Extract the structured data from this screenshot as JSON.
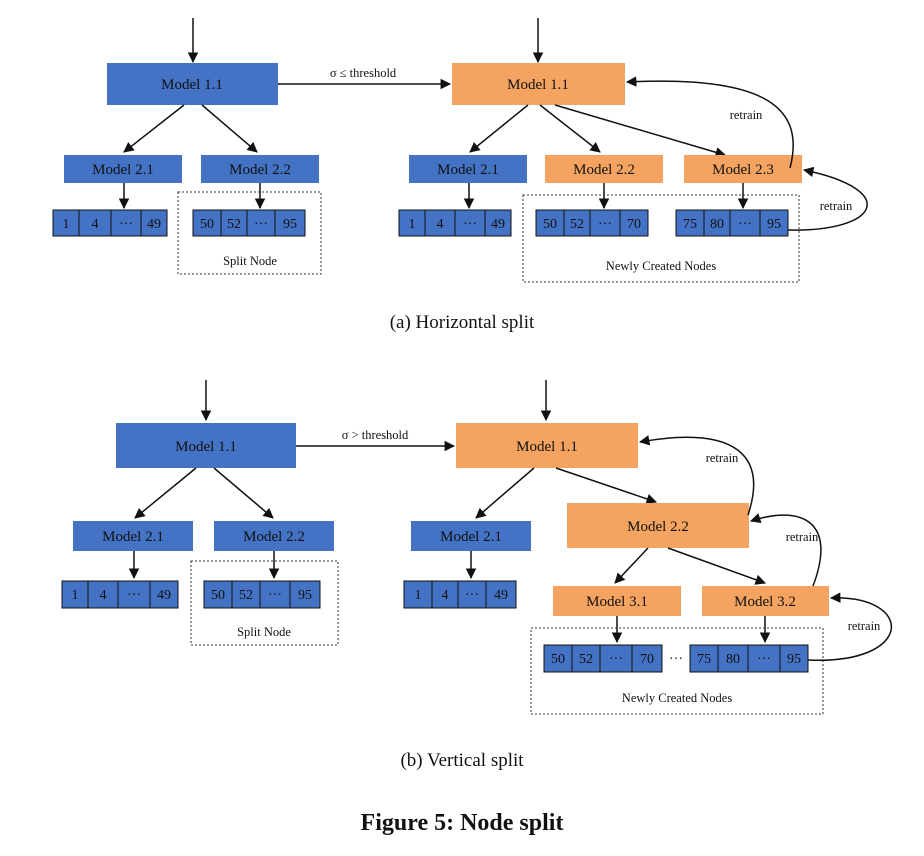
{
  "colors": {
    "blue": "#4472c4",
    "orange": "#f4a460",
    "stroke": "#111111"
  },
  "figure_title": "Figure 5: Node split",
  "panel_a": {
    "caption": "(a)  Horizontal split",
    "edge_label": "σ ≤ threshold",
    "left_root": "Model 1.1",
    "left_children": [
      "Model 2.1",
      "Model 2.2"
    ],
    "left_leaf_1": [
      "1",
      "4",
      "···",
      "49"
    ],
    "left_leaf_2": [
      "50",
      "52",
      "···",
      "95"
    ],
    "split_node_label": "Split Node",
    "right_root": "Model 1.1",
    "right_children": [
      "Model 2.1",
      "Model 2.2",
      "Model 2.3"
    ],
    "right_leaf_1": [
      "1",
      "4",
      "···",
      "49"
    ],
    "right_leaf_2": [
      "50",
      "52",
      "···",
      "70"
    ],
    "right_leaf_3": [
      "75",
      "80",
      "···",
      "95"
    ],
    "new_nodes_label": "Newly Created Nodes",
    "retrain_labels": [
      "retrain",
      "retrain"
    ]
  },
  "panel_b": {
    "caption": "(b)  Vertical split",
    "edge_label": "σ > threshold",
    "left_root": "Model 1.1",
    "left_children": [
      "Model 2.1",
      "Model 2.2"
    ],
    "left_leaf_1": [
      "1",
      "4",
      "···",
      "49"
    ],
    "left_leaf_2": [
      "50",
      "52",
      "···",
      "95"
    ],
    "split_node_label": "Split Node",
    "right_root": "Model 1.1",
    "right_child_1": "Model 2.1",
    "right_child_2": "Model 2.2",
    "right_grandchildren": [
      "Model 3.1",
      "Model 3.2"
    ],
    "right_leaf_1": [
      "1",
      "4",
      "···",
      "49"
    ],
    "right_leaf_2": [
      "50",
      "52",
      "···",
      "70"
    ],
    "right_ellipsis": "···",
    "right_leaf_3": [
      "75",
      "80",
      "···",
      "95"
    ],
    "new_nodes_label": "Newly Created Nodes",
    "retrain_labels": [
      "retrain",
      "retrain",
      "retrain"
    ]
  }
}
